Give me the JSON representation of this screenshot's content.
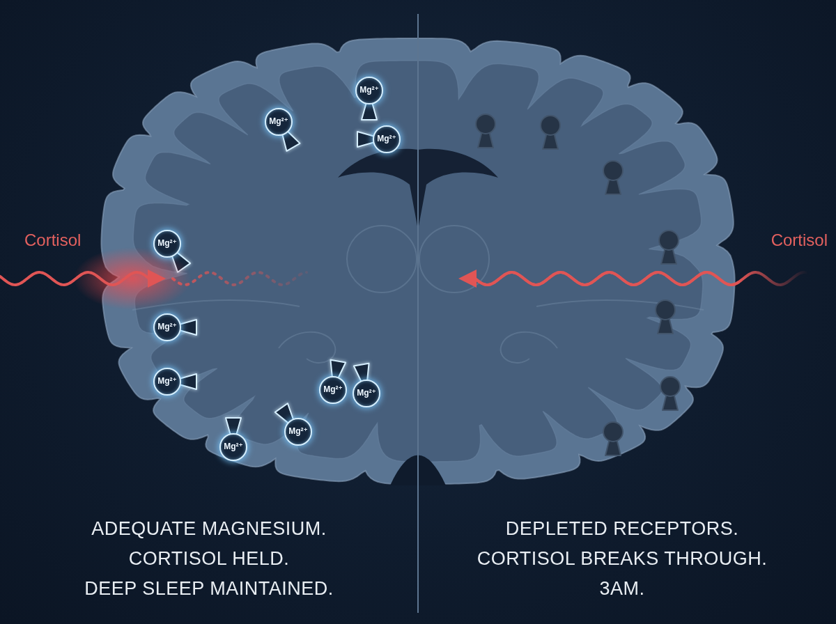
{
  "diagram": {
    "nodes": [
      {
        "text": [
          "Mg²⁺"
        ]
      },
      {
        "text": [
          "Mg²⁺"
        ]
      },
      {
        "text": [
          "Mg²⁺"
        ]
      },
      {
        "text": [
          "Mg²⁺"
        ]
      },
      {
        "text": [
          "Mg²⁺"
        ]
      },
      {
        "text": [
          "Mg²⁺"
        ]
      },
      {
        "text": [
          "Mg²⁺"
        ]
      },
      {
        "text": [
          "Mg²⁺"
        ]
      },
      {
        "text": [
          "Mg²⁺"
        ]
      },
      {
        "text": [
          "Mg²⁺"
        ]
      }
    ],
    "labels": [
      "Cortisol",
      "Cortisol",
      "ADEQUATE MAGNESIUM.",
      "CORTISOL HELD.",
      "DEEP SLEEP MAINTAINED.",
      "DEPLETED RECEPTORS.",
      "CORTISOL BREAKS THROUGH.",
      "3AM."
    ]
  }
}
